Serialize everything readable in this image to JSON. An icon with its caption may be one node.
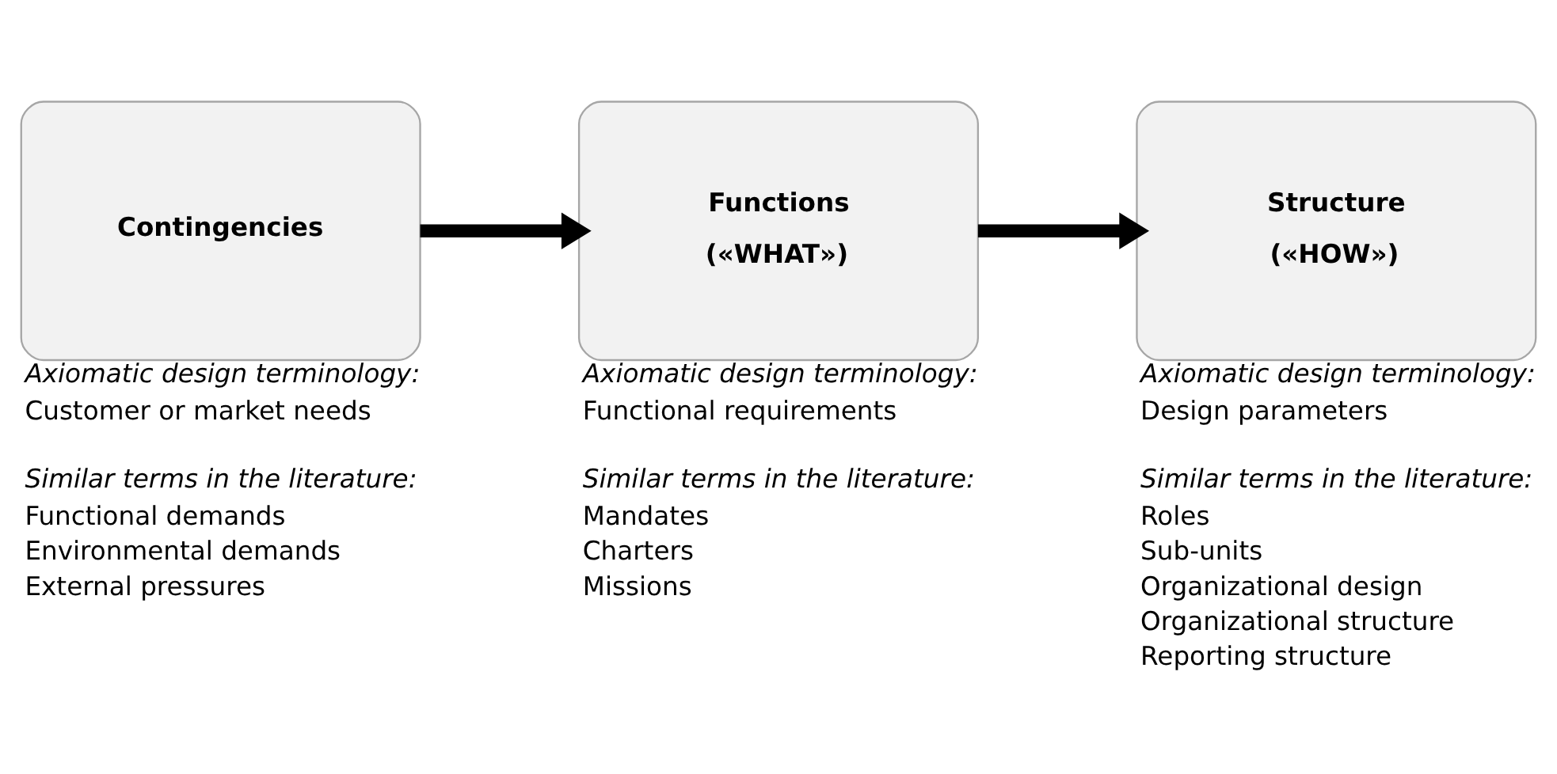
{
  "diagram": {
    "nodes": [
      {
        "text": [
          "Contingencies"
        ],
        "beside": [
          "Axiomatic design terminology:",
          "Customer or market needs",
          "Similar terms in the literature:",
          "Functional demands",
          "Environmental demands",
          "External pressures"
        ]
      },
      {
        "text": [
          "Functions",
          "(«WHAT»)"
        ],
        "beside": [
          "Axiomatic design terminology:",
          "Functional requirements",
          "Similar terms in the literature:",
          "Mandates",
          "Charters",
          "Missions"
        ]
      },
      {
        "text": [
          "Structure",
          "(«HOW»)"
        ],
        "beside": [
          "Axiomatic design terminology:",
          "Design parameters",
          "Similar terms in the literature:",
          "Roles",
          "Sub-units",
          "Organizational design",
          "Organizational structure",
          "Reporting structure"
        ]
      }
    ],
    "edges": [
      {
        "from": 0,
        "to": 1,
        "arrow": "to"
      },
      {
        "from": 1,
        "to": 2,
        "arrow": "to"
      }
    ]
  }
}
